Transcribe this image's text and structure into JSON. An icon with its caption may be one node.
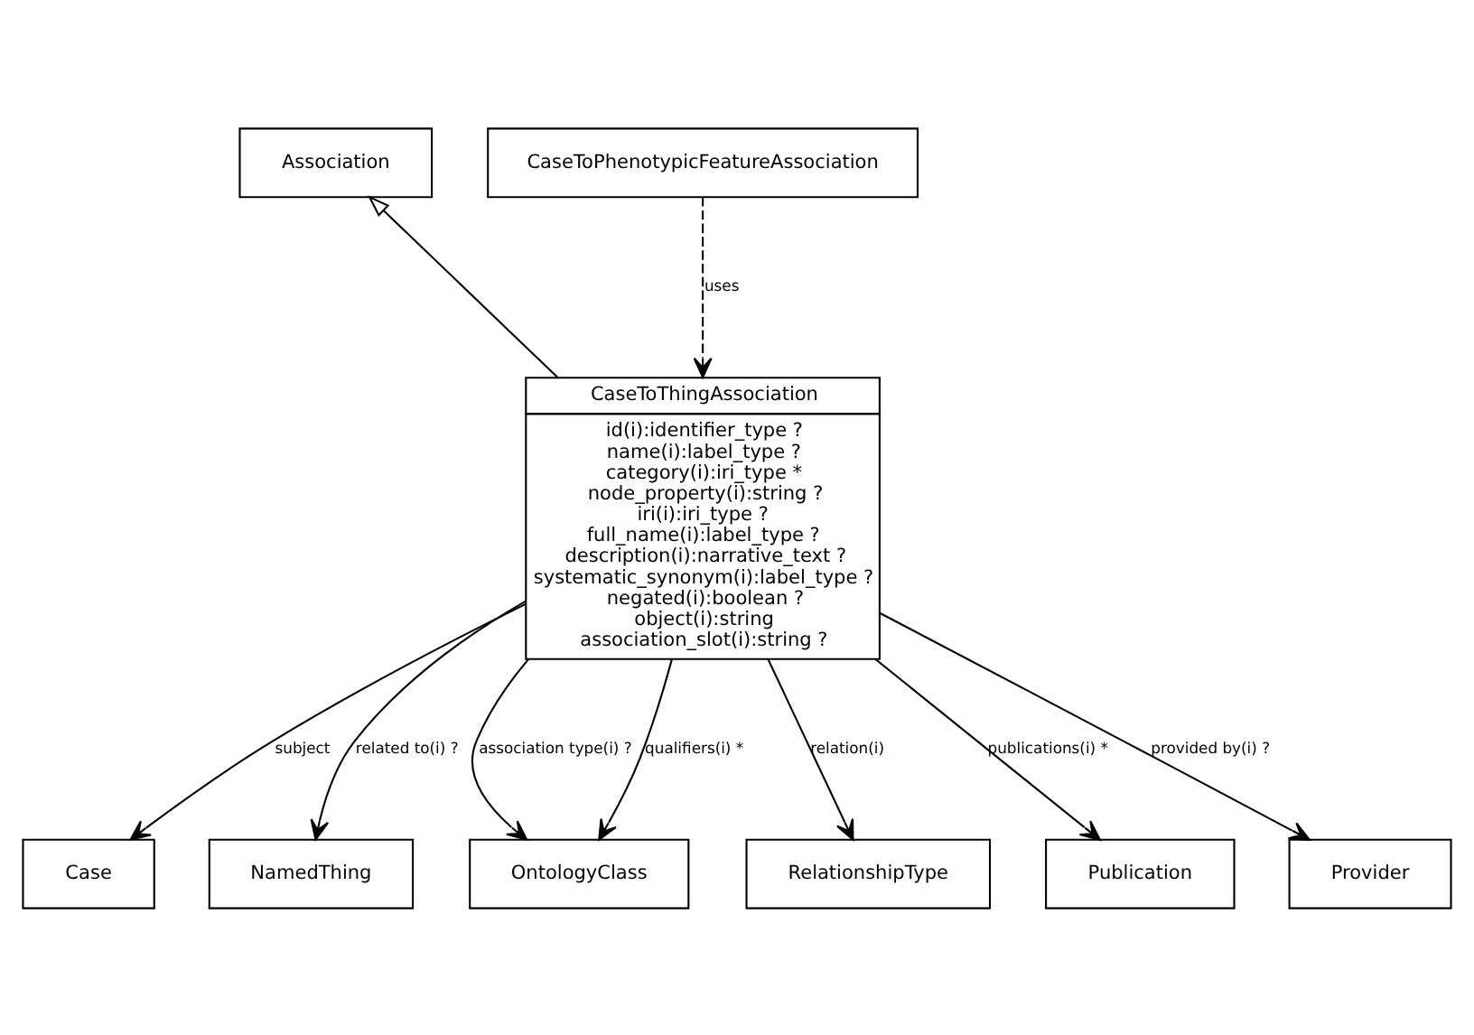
{
  "diagram": {
    "nodes": [
      {
        "text": [
          "Association"
        ]
      },
      {
        "text": [
          "CaseToPhenotypicFeatureAssociation"
        ]
      },
      {
        "text": [
          "CaseToThingAssociation",
          "id(i):identifier_type ?",
          "name(i):label_type ?",
          "category(i):iri_type *",
          "node_property(i):string ?",
          "iri(i):iri_type ?",
          "full_name(i):label_type ?",
          "description(i):narrative_text ?",
          "systematic_synonym(i):label_type ?",
          "negated(i):boolean ?",
          "object(i):string",
          "association_slot(i):string ?"
        ]
      },
      {
        "text": [
          "Case"
        ]
      },
      {
        "text": [
          "NamedThing"
        ]
      },
      {
        "text": [
          "OntologyClass"
        ]
      },
      {
        "text": [
          "RelationshipType"
        ]
      },
      {
        "text": [
          "Publication"
        ]
      },
      {
        "text": [
          "Provider"
        ]
      }
    ],
    "edges": [
      {
        "from": 2,
        "to": 0,
        "arrow": "to"
      },
      {
        "from": 1,
        "to": 2,
        "arrow": "to",
        "label": "uses",
        "style": "dashed"
      },
      {
        "from": 2,
        "to": 3,
        "arrow": "to",
        "label": "subject"
      },
      {
        "from": 2,
        "to": 4,
        "arrow": "to",
        "label": "related to(i) ?"
      },
      {
        "from": 2,
        "to": 5,
        "arrow": "to",
        "label": "association type(i) ?"
      },
      {
        "from": 2,
        "to": 5,
        "arrow": "to",
        "label": "qualifiers(i) *"
      },
      {
        "from": 2,
        "to": 6,
        "arrow": "to",
        "label": "relation(i)"
      },
      {
        "from": 2,
        "to": 7,
        "arrow": "to",
        "label": "publications(i) *"
      },
      {
        "from": 2,
        "to": 8,
        "arrow": "to",
        "label": "provided by(i) ?"
      }
    ]
  }
}
